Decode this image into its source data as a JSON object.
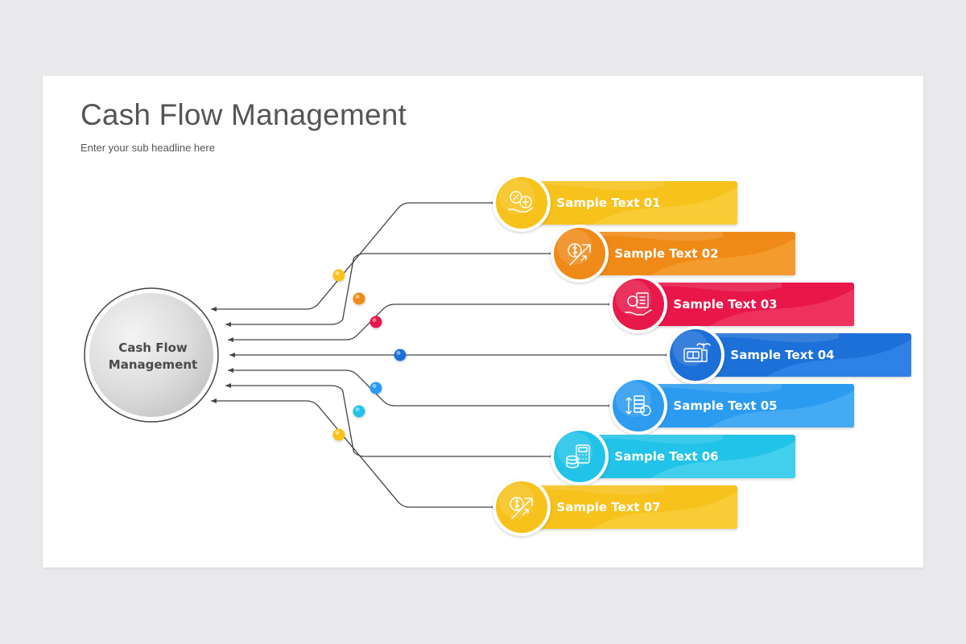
{
  "header": {
    "title": "Cash Flow Management",
    "subtitle": "Enter your sub headline here"
  },
  "hub": {
    "label_line1": "Cash Flow",
    "label_line2": "Management"
  },
  "items": [
    {
      "label": "Sample Text 01",
      "color": "#f7c21b",
      "light": "#fbd54a",
      "icon": "percent-money-hand-icon"
    },
    {
      "label": "Sample Text 02",
      "color": "#ef8a18",
      "light": "#f7a944",
      "icon": "money-growth-arrow-icon"
    },
    {
      "label": "Sample Text 03",
      "color": "#e8194a",
      "light": "#f34a6d",
      "icon": "invoice-hand-icon"
    },
    {
      "label": "Sample Text 04",
      "color": "#1d6fd8",
      "light": "#3e8ff0",
      "icon": "money-plant-icon"
    },
    {
      "label": "Sample Text 05",
      "color": "#2c9bf0",
      "light": "#5ab7f7",
      "icon": "coins-stack-icon"
    },
    {
      "label": "Sample Text 06",
      "color": "#22c3e8",
      "light": "#5dd8f2",
      "icon": "calculator-coins-icon"
    },
    {
      "label": "Sample Text 07",
      "color": "#f7c21b",
      "light": "#fbd54a",
      "icon": "money-growth-arrow-icon"
    }
  ]
}
